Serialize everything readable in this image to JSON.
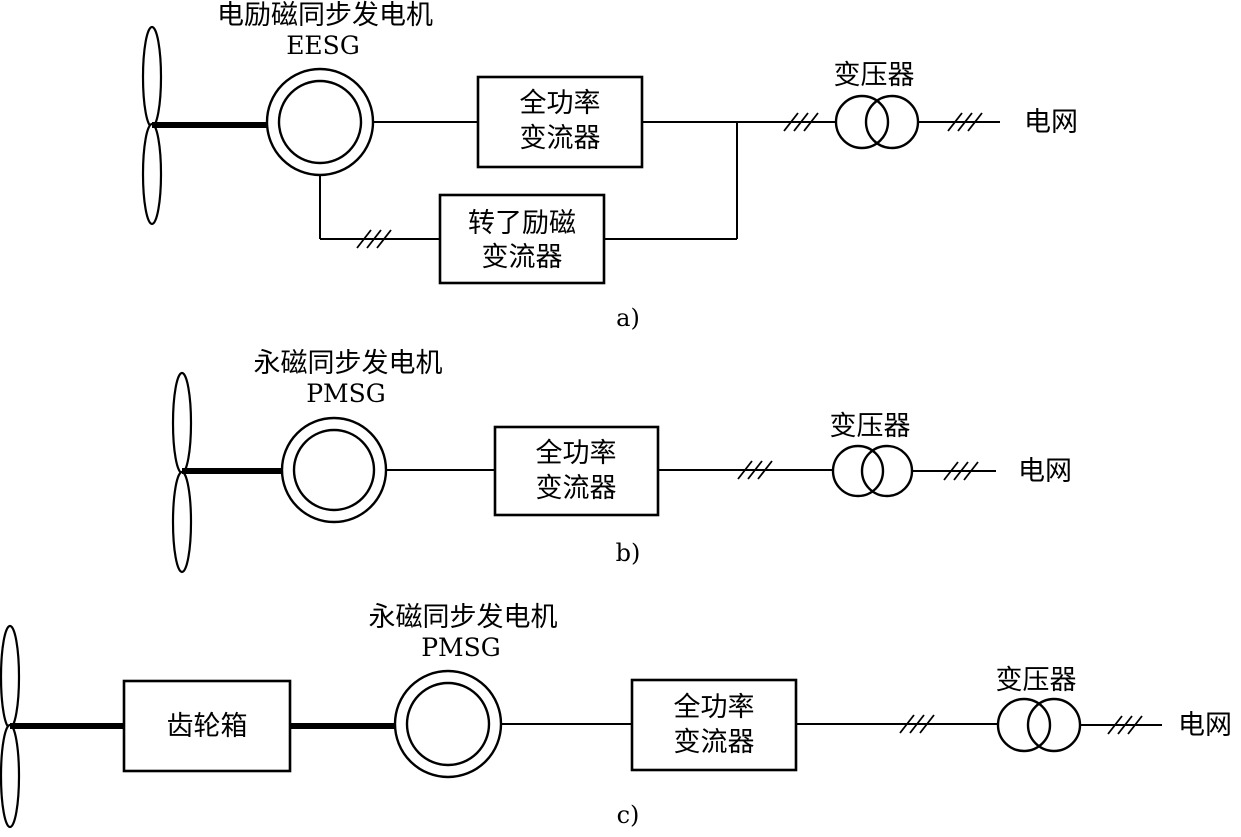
{
  "diagram_a": {
    "generator_name": "电励磁同步发电机",
    "generator_abbr": "EESG",
    "converter_line1": "全功率",
    "converter_line2": "变流器",
    "rotor_converter_line1": "转了励磁",
    "rotor_converter_line2": "变流器",
    "transformer_label": "变压器",
    "grid_label": "电网",
    "caption": "a)"
  },
  "diagram_b": {
    "generator_name": "永磁同步发电机",
    "generator_abbr": "PMSG",
    "converter_line1": "全功率",
    "converter_line2": "变流器",
    "transformer_label": "变压器",
    "grid_label": "电网",
    "caption": "b)"
  },
  "diagram_c": {
    "gearbox_label": "齿轮箱",
    "generator_name": "永磁同步发电机",
    "generator_abbr": "PMSG",
    "converter_line1": "全功率",
    "converter_line2": "变流器",
    "transformer_label": "变压器",
    "grid_label": "电网",
    "caption": "c)"
  }
}
